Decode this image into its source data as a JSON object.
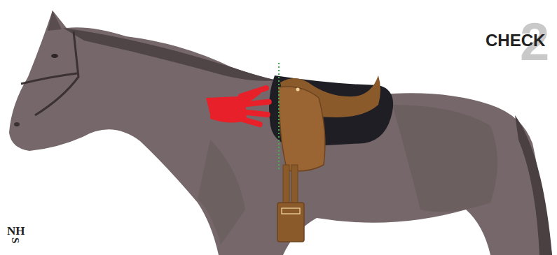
{
  "diagram": {
    "labels": [
      "CHECK",
      "2",
      "NH",
      "S"
    ]
  }
}
